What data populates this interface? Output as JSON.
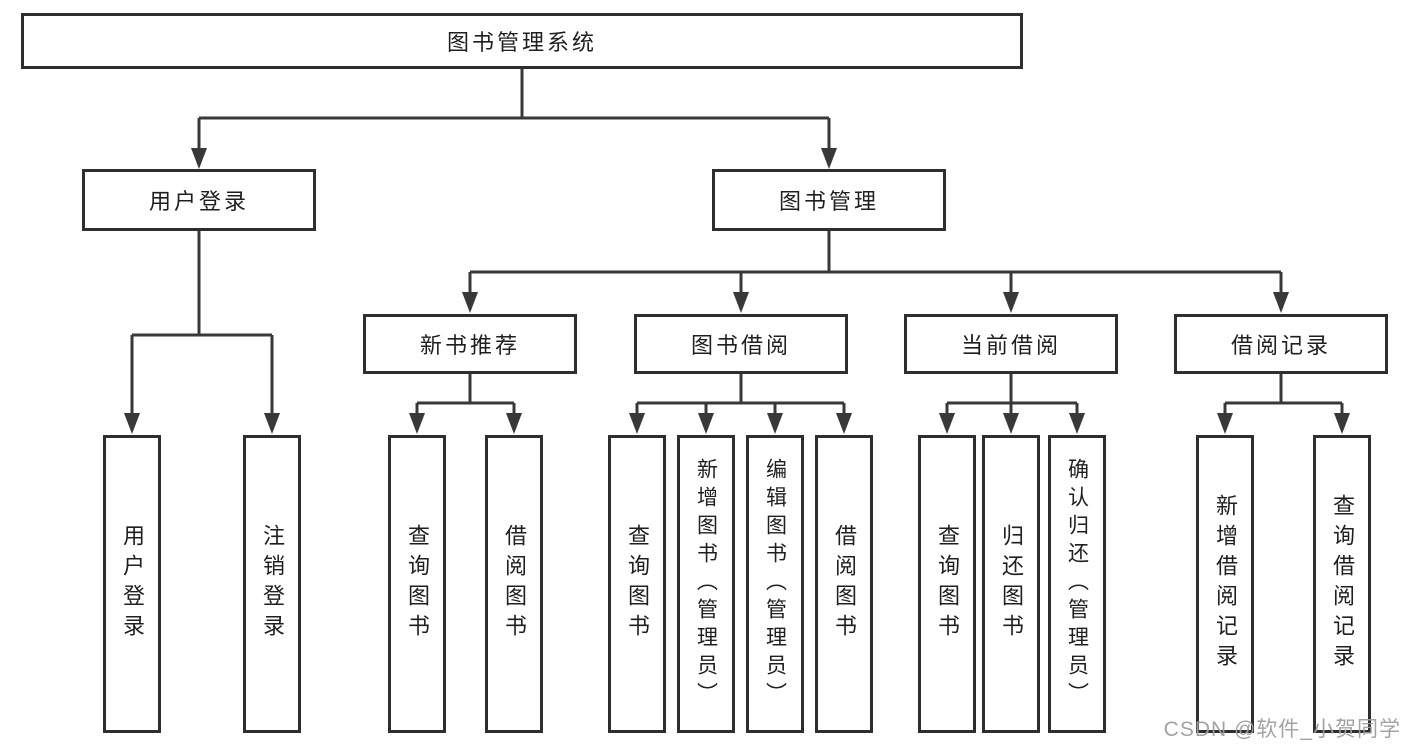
{
  "diagram": {
    "root": "图书管理系统",
    "level2": [
      "用户登录",
      "图书管理"
    ],
    "level3": [
      "新书推荐",
      "图书借阅",
      "当前借阅",
      "借阅记录"
    ],
    "leaves": [
      "用户登录",
      "注销登录",
      "查询图书",
      "借阅图书",
      "查询图书",
      "新增图书（管理员）",
      "编辑图书（管理员）",
      "借阅图书",
      "查询图书",
      "归还图书",
      "确认归还（管理员）",
      "新增借阅记录",
      "查询借阅记录"
    ]
  },
  "watermark": "CSDN @软件_小贺同学",
  "colors": {
    "line": "#383838",
    "box_border": "#2e2e2e",
    "text": "#1f1f1f",
    "watermark": "#9e9e9e",
    "background": "#ffffff"
  }
}
